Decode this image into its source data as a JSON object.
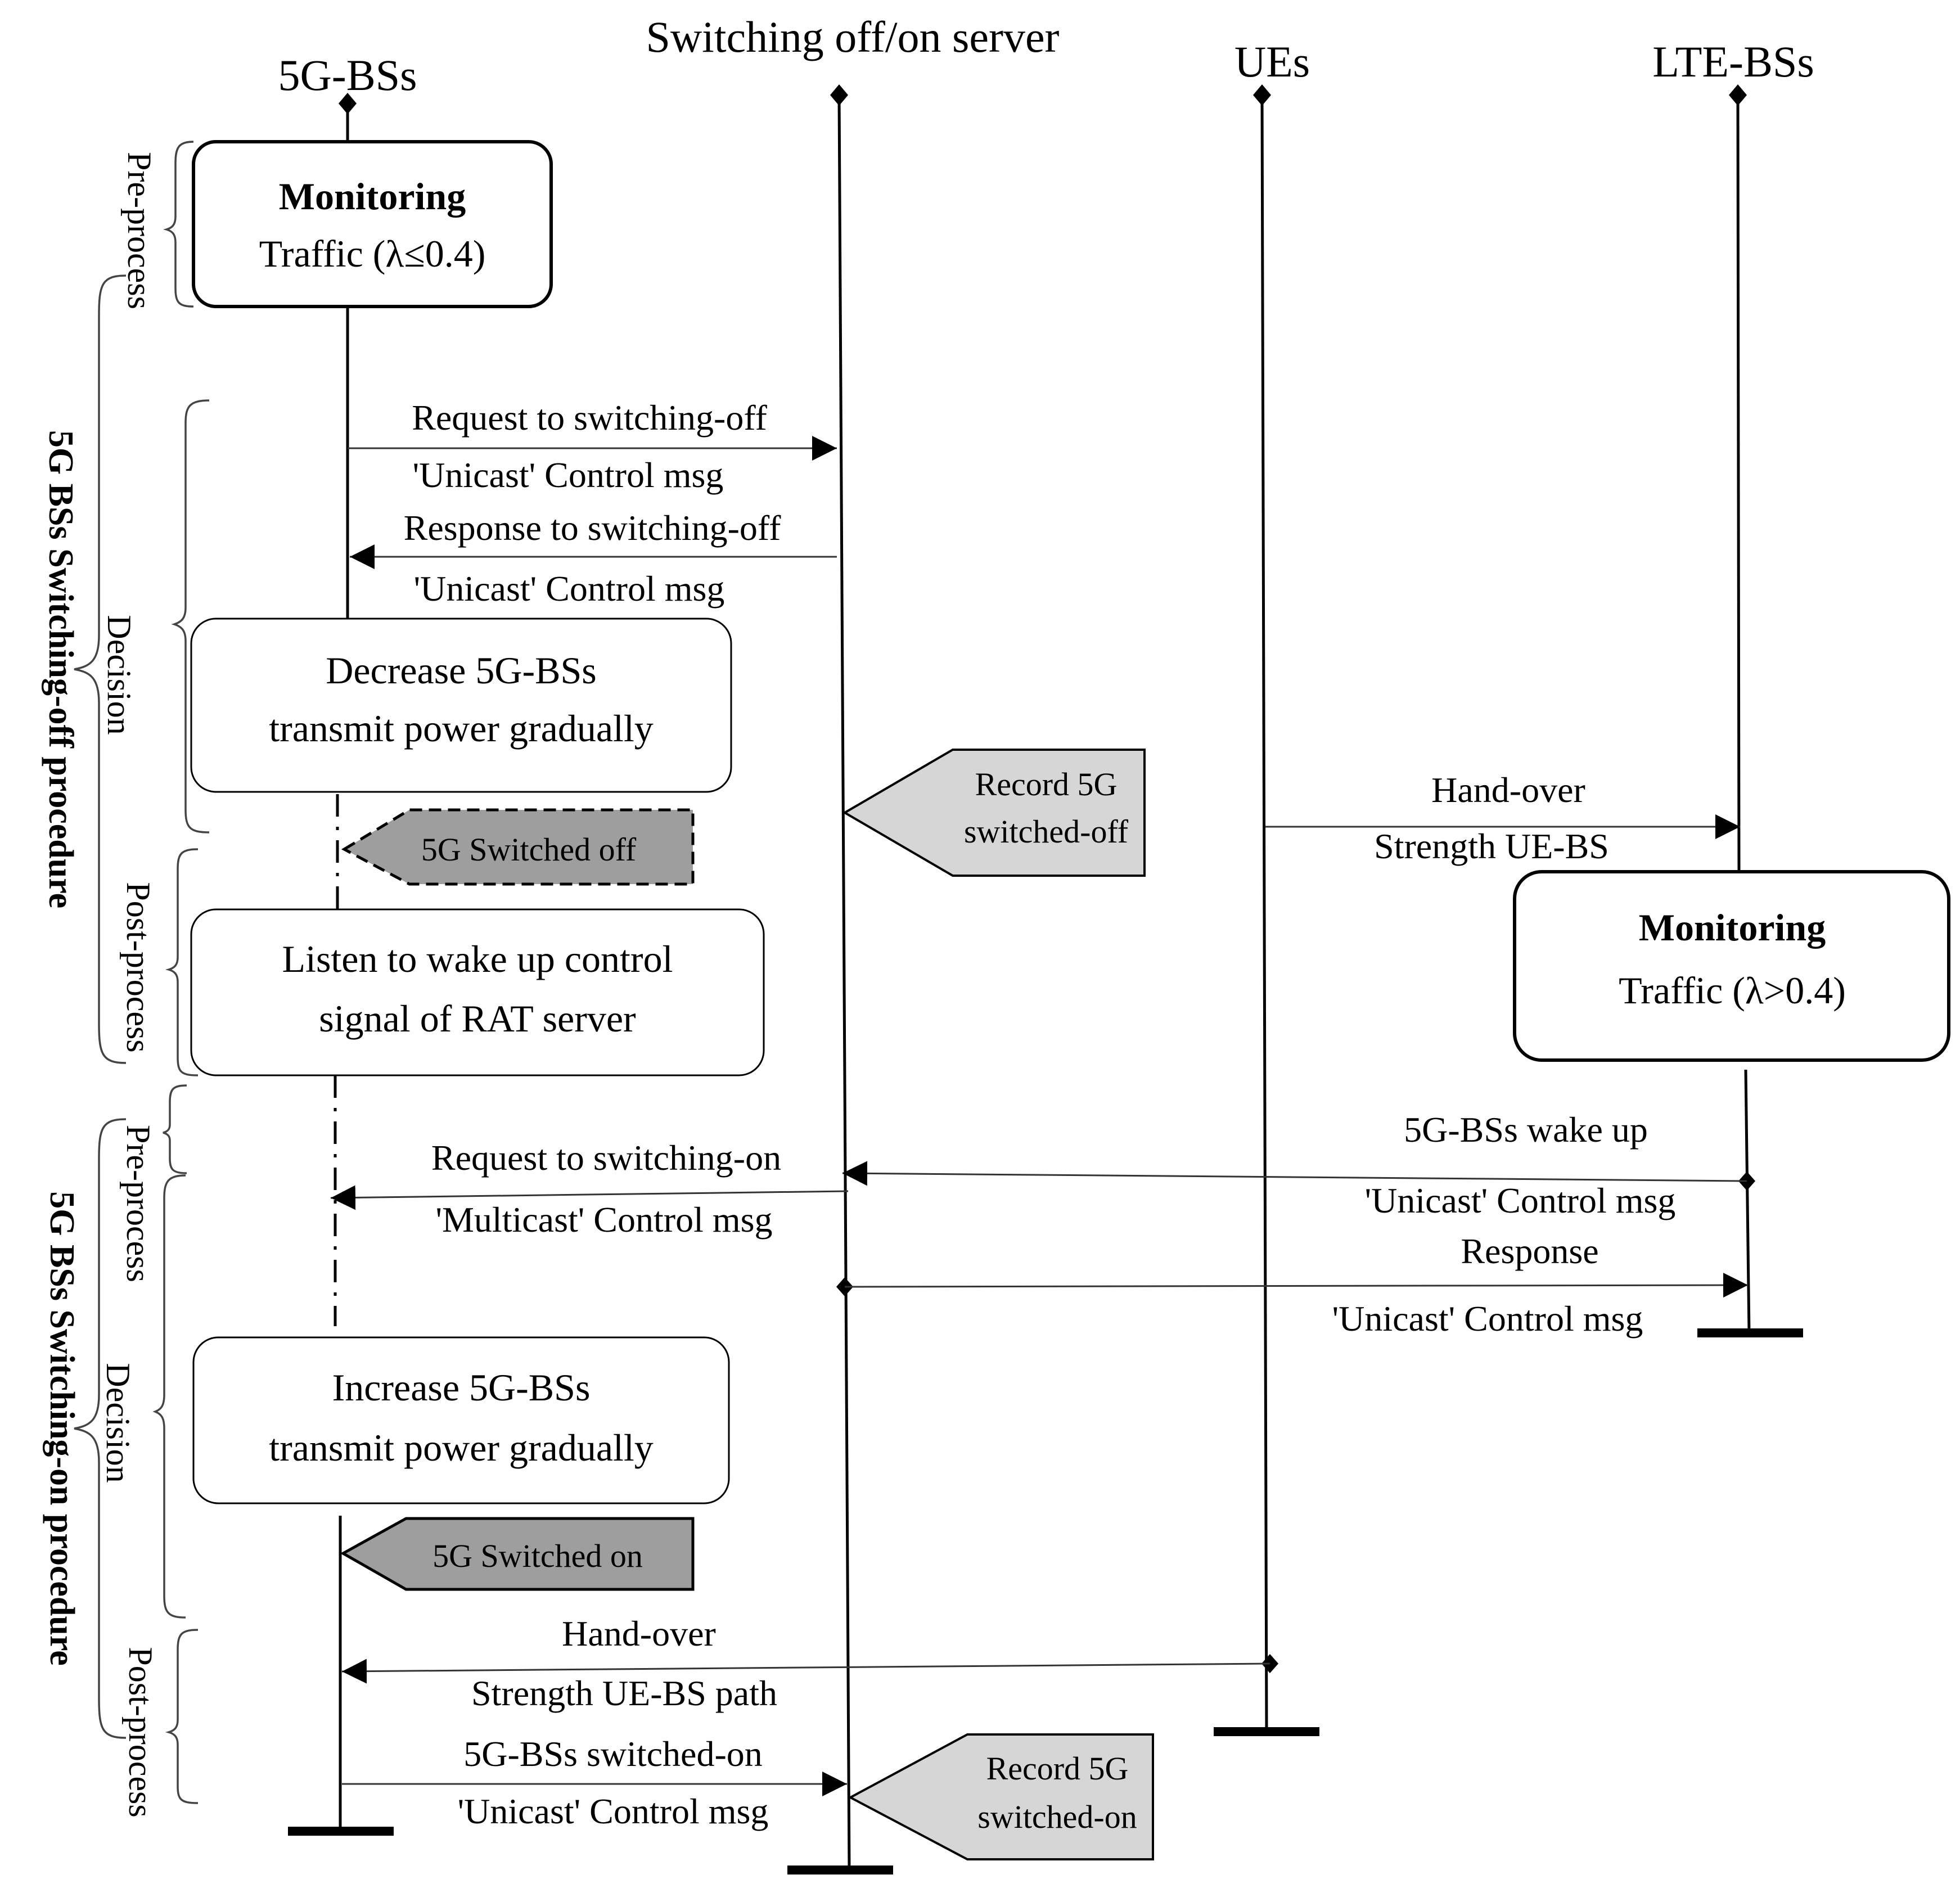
{
  "lifelines": {
    "bs5g": "5G-BSs",
    "server": "Switching off/on server",
    "ues": "UEs",
    "lte": "LTE-BSs"
  },
  "side_labels": {
    "off_procedure": "5G BSs Switching-off procedure",
    "on_procedure": "5G BSs Switching-on procedure",
    "off_pre": "Pre-process",
    "off_decision": "Decision",
    "off_post": "Post-process",
    "on_pre": "Pre-process",
    "on_decision": "Decision",
    "on_post": "Post-process"
  },
  "boxes": {
    "monitor_5g": {
      "title": "Monitoring",
      "line": "Traffic (λ≤0.4)"
    },
    "decrease": {
      "line1": "Decrease 5G-BSs",
      "line2": "transmit power gradually"
    },
    "listen": {
      "line1": "Listen to wake up control",
      "line2": "signal of RAT server"
    },
    "monitor_lte": {
      "title": "Monitoring",
      "line": "Traffic (λ>0.4)"
    },
    "increase": {
      "line1": "Increase 5G-BSs",
      "line2": "transmit power gradually"
    }
  },
  "tags": {
    "switched_off": "5G Switched off",
    "switched_on": "5G Switched on",
    "record_off": {
      "line1": "Record 5G",
      "line2": "switched-off"
    },
    "record_on": {
      "line1": "Record 5G",
      "line2": "switched-on"
    }
  },
  "messages": {
    "req_off": {
      "above": "Request to switching-off",
      "below": "'Unicast' Control msg"
    },
    "resp_off": {
      "above": "Response to switching-off",
      "below": "'Unicast' Control msg"
    },
    "handover_lte": {
      "above": "Hand-over",
      "below": "Strength UE-BS"
    },
    "wakeup": {
      "above": "5G-BSs wake up",
      "below": "'Unicast' Control msg"
    },
    "req_on": {
      "above": "Request to switching-on",
      "below": "'Multicast' Control msg"
    },
    "response": {
      "above": "Response",
      "below": "'Unicast' Control msg"
    },
    "handover_5g": {
      "above": "Hand-over",
      "below": "Strength UE-BS path"
    },
    "switched_on_msg": {
      "above": "5G-BSs switched-on",
      "below": "'Unicast' Control msg"
    }
  }
}
